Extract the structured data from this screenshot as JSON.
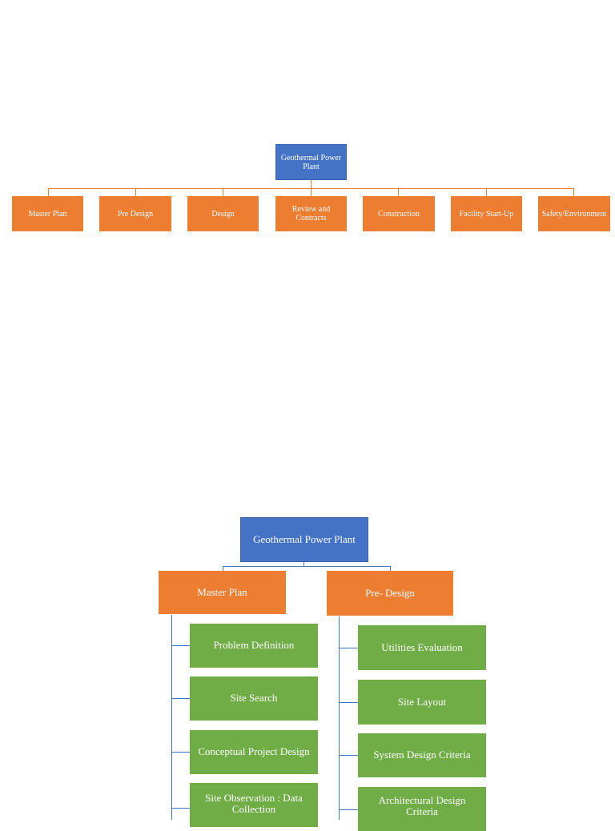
{
  "top_chart": {
    "root": "Geothermal Power Plant",
    "children": [
      "Master Plan",
      "Pre Design",
      "Design",
      "Review and Contracts",
      "Construction",
      "Facility Start-Up",
      "Safety/Environment"
    ]
  },
  "detail_chart": {
    "root": "Geothermal Power Plant",
    "branches": [
      {
        "label": "Master Plan",
        "items": [
          "Problem Definition",
          "Site Search",
          "Conceptual Project Design",
          "Site Observation : Data Collection"
        ]
      },
      {
        "label": "Pre- Design",
        "items": [
          "Utilities Evaluation",
          "Site Layout",
          "System Design Criteria",
          "Architectural Design Criteria"
        ]
      }
    ]
  },
  "colors": {
    "root": "#4472c4",
    "level1": "#ed7d31",
    "level2": "#70ad47"
  }
}
